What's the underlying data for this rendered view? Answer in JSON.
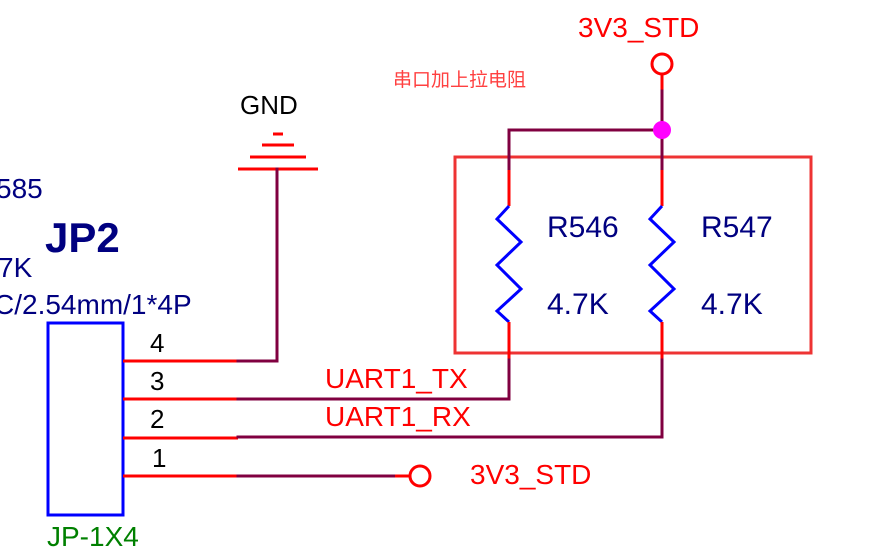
{
  "schematic": {
    "annotation": "串口加上拉电阻",
    "connector": {
      "ref_partial": "585",
      "designator": "JP2",
      "value_partial": "7K",
      "footprint_partial": "C/2.54mm/1*4P",
      "part": "JP-1X4",
      "pins": [
        {
          "number": "4",
          "net": "GND"
        },
        {
          "number": "3",
          "net": "UART1_TX"
        },
        {
          "number": "2",
          "net": "UART1_RX"
        },
        {
          "number": "1",
          "net": "3V3_STD"
        }
      ]
    },
    "gnd_label": "GND",
    "power_top_label": "3V3_STD",
    "power_bottom_label": "3V3_STD",
    "net_labels": {
      "tx": "UART1_TX",
      "rx": "UART1_RX"
    },
    "resistors": [
      {
        "designator": "R546",
        "value": "4.7K"
      },
      {
        "designator": "R547",
        "value": "4.7K"
      }
    ],
    "colors": {
      "wire": "#800040",
      "pin": "#ff0000",
      "component": "#0000ff",
      "designator_text": "#000080",
      "net_label": "#ff0000",
      "junction": "#ff00ff",
      "highlight_box": "#ee3333",
      "part_text": "#008000"
    }
  }
}
